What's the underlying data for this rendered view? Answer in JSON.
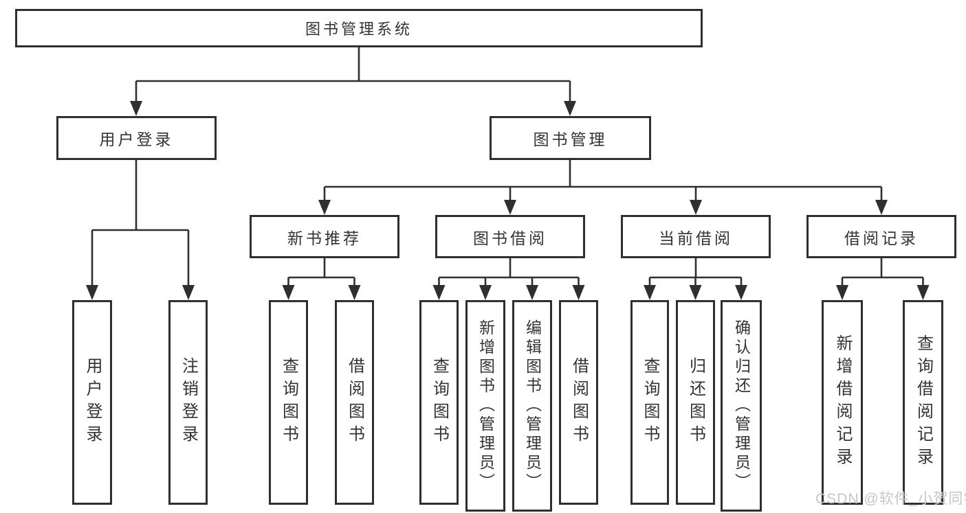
{
  "diagram": {
    "root": {
      "label": "图书管理系统"
    },
    "level2": {
      "login": {
        "label": "用户登录"
      },
      "mgmt": {
        "label": "图书管理"
      }
    },
    "level3": {
      "newbook": {
        "label": "新书推荐"
      },
      "borrow": {
        "label": "图书借阅"
      },
      "current": {
        "label": "当前借阅"
      },
      "record": {
        "label": "借阅记录"
      }
    },
    "leaves": {
      "login": [
        {
          "label": "用户登录"
        },
        {
          "label": "注销登录"
        }
      ],
      "newbook": [
        {
          "label": "查询图书"
        },
        {
          "label": "借阅图书"
        }
      ],
      "borrow": [
        {
          "label": "查询图书"
        },
        {
          "label": "新增图书（管理员）"
        },
        {
          "label": "编辑图书（管理员）"
        },
        {
          "label": "借阅图书"
        }
      ],
      "current": [
        {
          "label": "查询图书"
        },
        {
          "label": "归还图书"
        },
        {
          "label": "确认归还（管理员）"
        }
      ],
      "record": [
        {
          "label": "新增借阅记录"
        },
        {
          "label": "查询借阅记录"
        }
      ]
    }
  },
  "watermark": {
    "text": "CSDN @软件_小贺同学"
  },
  "colors": {
    "background": "#ffffff",
    "line": "#2f2f2f",
    "box_border": "#2f2f2f",
    "text": "#333333",
    "watermark": "#c6c6c6"
  }
}
